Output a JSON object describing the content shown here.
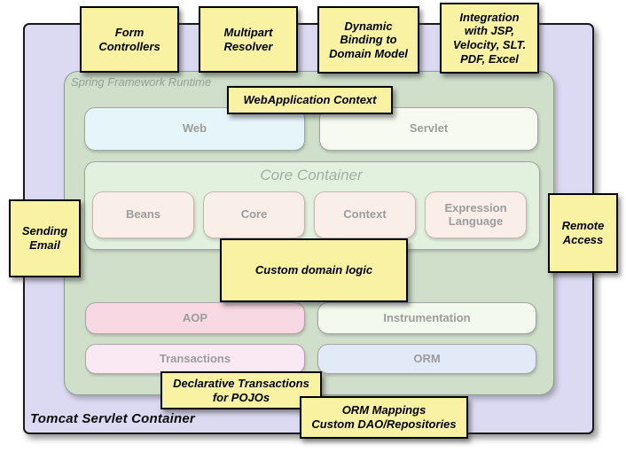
{
  "outer": {
    "label": "Tomcat Servlet Container"
  },
  "runtime": {
    "label": "Spring Framework Runtime"
  },
  "modules": {
    "web": "Web",
    "servlet": "Servlet",
    "core_container_title": "Core Container",
    "beans": "Beans",
    "core": "Core",
    "context": "Context",
    "expression_language": "Expression\nLanguage",
    "aop": "AOP",
    "instrumentation": "Instrumentation",
    "transactions": "Transactions",
    "orm": "ORM"
  },
  "notes": {
    "form_controllers": "Form\nControllers",
    "multipart_resolver": "Multipart\nResolver",
    "dynamic_binding": "Dynamic\nBinding to\nDomain Model",
    "integration": "Integration\nwith JSP,\nVelocity, SLT.\nPDF, Excel",
    "webapplication_context": "WebApplication Context",
    "sending_email": "Sending\nEmail",
    "remote_access": "Remote\nAccess",
    "custom_domain_logic": "Custom domain logic",
    "declarative_transactions": "Declarative Transactions\nfor POJOs",
    "orm_mappings": "ORM Mappings\nCustom DAO/Repositories"
  },
  "colors": {
    "note_yellow": "#f8f2a2",
    "container_purple": "#dcd9f2",
    "runtime_green": "#cfdfca",
    "core_container_green": "#e1f1de",
    "web_cyan": "#e5f5fa",
    "servlet_tint": "#f6faf0",
    "module_pink": "#faeee9",
    "aop_pink": "#f8d9e3",
    "instrumentation_tint": "#f3f9ec",
    "transactions_pink": "#fae8f2",
    "orm_blue": "#e2e9f7"
  }
}
